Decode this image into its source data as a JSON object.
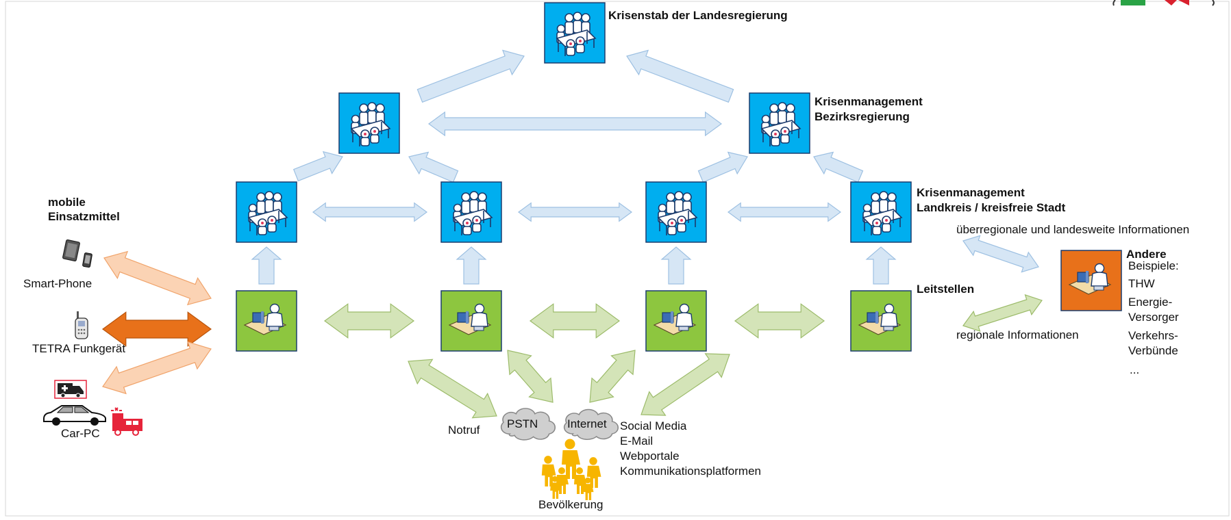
{
  "labels": {
    "landesregierung": "Krisenstab der Landesregierung",
    "bezirk_line1": "Krisenmanagement",
    "bezirk_line2": "Bezirksregierung",
    "landkreis_line1": "Krisenmanagement",
    "landkreis_line2": "Landkreis / kreisfreie Stadt",
    "leitstellen": "Leitstellen",
    "mobile_line1": "mobile",
    "mobile_line2": "Einsatzmittel",
    "smartphone": "Smart-Phone",
    "tetra": "TETRA Funkgerät",
    "carpc": "Car-PC",
    "ueberregional": "überregionale und landesweite Informationen",
    "regional": "regionale Informationen",
    "andere": "Andere",
    "beispiele": "Beispiele:",
    "thw": "THW",
    "energie_line1": "Energie-",
    "energie_line2": "Versorger",
    "verkehr_line1": "Verkehrs-",
    "verkehr_line2": "Verbünde",
    "ellipsis": "...",
    "notruf": "Notruf",
    "pstn": "PSTN",
    "internet": "Internet",
    "social": "Social Media",
    "email": "E-Mail",
    "webportale": "Webportale",
    "kommunikation": "Kommunikationsplatformen",
    "bevoelkerung": "Bevölkerung"
  },
  "colors": {
    "crisis_box": "#00aeef",
    "control_box": "#8dc63f",
    "other_box": "#e8711a",
    "blue_arrow": "#d6e6f5",
    "blue_arrow_stroke": "#9dc0e2",
    "green_arrow": "#d4e4b8",
    "green_arrow_stroke": "#9cbb6a",
    "orange_arrow": "#fbd3b4",
    "orange_arrow_stroke": "#f0a36a",
    "tetra_arrow": "#e8711a",
    "people": "#f7b500"
  },
  "icons": {
    "crisis": "meeting-table-icon",
    "control": "dispatcher-desk-icon",
    "tablet": "tablet-icon",
    "phone": "smartphone-icon",
    "radio": "tetra-radio-icon",
    "ambulance": "ambulance-icon",
    "car": "car-icon",
    "firetruck": "fire-truck-icon",
    "cloud": "cloud-icon",
    "people": "people-group-icon"
  }
}
